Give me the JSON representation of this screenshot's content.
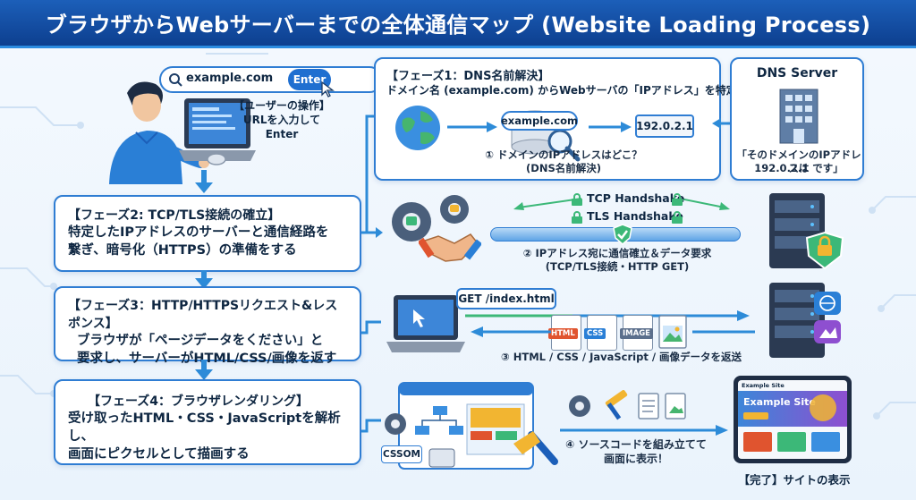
{
  "title": "ブラウザからWebサーバーまでの全体通信マップ (Website Loading Process)",
  "user": {
    "search_value": "example.com",
    "enter_label": "Enter",
    "op_title": "【ユーザーの操作】",
    "op_text": "URLを入力してEnter"
  },
  "phase1": {
    "title": "【フェーズ1：DNS名前解決】",
    "desc": "ドメイン名 (example.com) からWebサーバの「IPアドレス」を特定する",
    "domain_label": "example.com",
    "ip_label": "192.0.2.1",
    "caption_line1": "① ドメインのIPアドレスはどこ？",
    "caption_line2": "(DNS名前解決)"
  },
  "dns_server": {
    "title": "DNS Server",
    "reply_line1": "「そのドメインのIPアドレスは",
    "reply_line2": "192.0.2.1 です」"
  },
  "phase2": {
    "title": "【フェーズ2: TCP/TLS接続の確立】",
    "text_lines": [
      "特定したIPアドレスのサーバーと通信経路を",
      "繋ぎ、暗号化（HTTPS）の準備をする"
    ],
    "tcp_label": "TCP Handshake",
    "tls_label": "TLS Handshake",
    "caption_line1": "② IPアドレス宛に通信確立＆データ要求",
    "caption_line2": "(TCP/TLS接続・HTTP GET)"
  },
  "phase3": {
    "title": "【フェーズ3：HTTP/HTTPSリクエスト&レスポンス】",
    "text_lines": [
      "ブラウザが「ページデータをください」と",
      "要求し、サーバーがHTML/CSS/画像を返す"
    ],
    "request_label": "GET /index.html",
    "files": [
      "HTML",
      "CSS",
      "IMAGE"
    ],
    "caption": "③ HTML / CSS / JavaScript / 画像データを返送"
  },
  "phase4": {
    "title": "【フェーズ4：ブラウザレンダリング】",
    "text_lines": [
      "受け取ったHTML・CSS・JavaScriptを解析し、",
      "画面にピクセルとして描画する"
    ],
    "cssom_label": "CSSOM",
    "caption_line1": "④ ソースコードを組み立てて",
    "caption_line2": "画面に表示！"
  },
  "final": {
    "site_small": "Example Site",
    "site_title": "Example Site",
    "caption": "【完了】サイトの表示"
  },
  "colors": {
    "header": "#1c5fb9",
    "accent": "#2f7dd3",
    "arrow": "#2d8bd8",
    "handshake": "#3cb878"
  }
}
